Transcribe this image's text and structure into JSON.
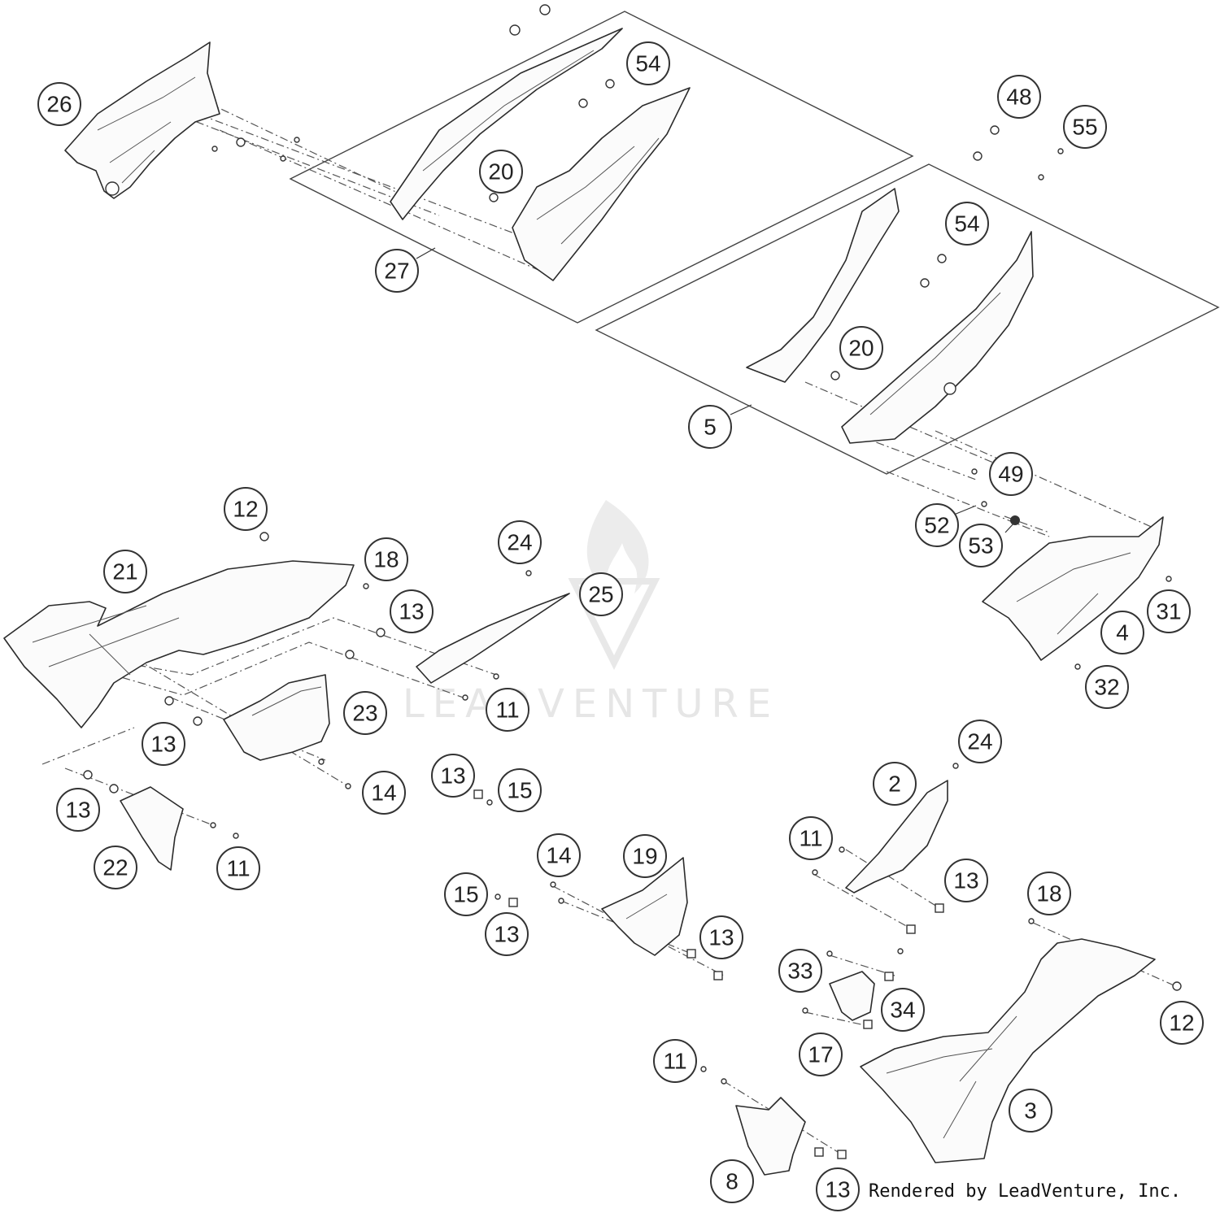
{
  "watermark": "LEADVENTURE",
  "credit": "Rendered by LeadVenture, Inc.",
  "callouts": [
    "26",
    "54",
    "20",
    "27",
    "48",
    "55",
    "54",
    "20",
    "5",
    "49",
    "52",
    "53",
    "31",
    "4",
    "32",
    "12",
    "21",
    "18",
    "24",
    "25",
    "13",
    "11",
    "23",
    "13",
    "14",
    "13",
    "15",
    "13",
    "22",
    "11",
    "24",
    "2",
    "11",
    "13",
    "14",
    "19",
    "15",
    "13",
    "13",
    "18",
    "33",
    "34",
    "12",
    "17",
    "11",
    "3",
    "8",
    "13"
  ]
}
